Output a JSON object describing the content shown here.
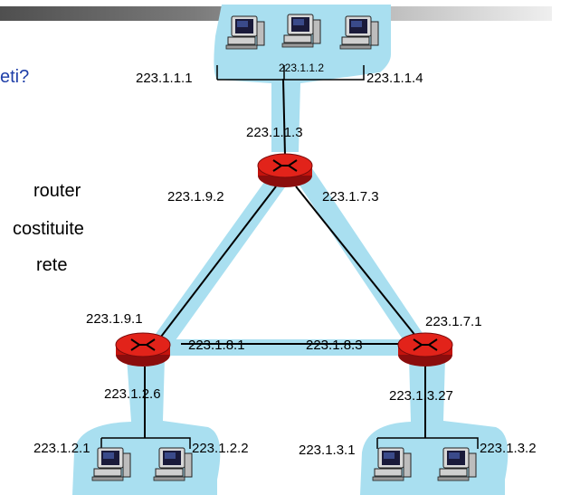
{
  "slide": {
    "title_fragment": "eti?",
    "text_lines": [
      "router",
      "costituite",
      "rete"
    ]
  },
  "network": {
    "top_lan": [
      "223.1.1.1",
      "223.1.1.2",
      "223.1.1.4"
    ],
    "top_router_iface": "223.1.1.3",
    "top_router_left": "223.1.9.2",
    "top_router_right": "223.1.7.3",
    "left_router_top": "223.1.9.1",
    "left_router_right": "223.1.8.1",
    "left_router_bottom": "223.1.2.6",
    "right_router_top": "223.1.7.1",
    "right_router_left": "223.1.8.3",
    "right_router_bottom": "223.1.3.27",
    "bottom_left_lan": [
      "223.1.2.1",
      "223.1.2.2"
    ],
    "bottom_right_lan": [
      "223.1.3.1",
      "223.1.3.2"
    ]
  },
  "colors": {
    "halo": "#a9dff0",
    "router": "#e2231a",
    "title": "#1f3fa8"
  }
}
